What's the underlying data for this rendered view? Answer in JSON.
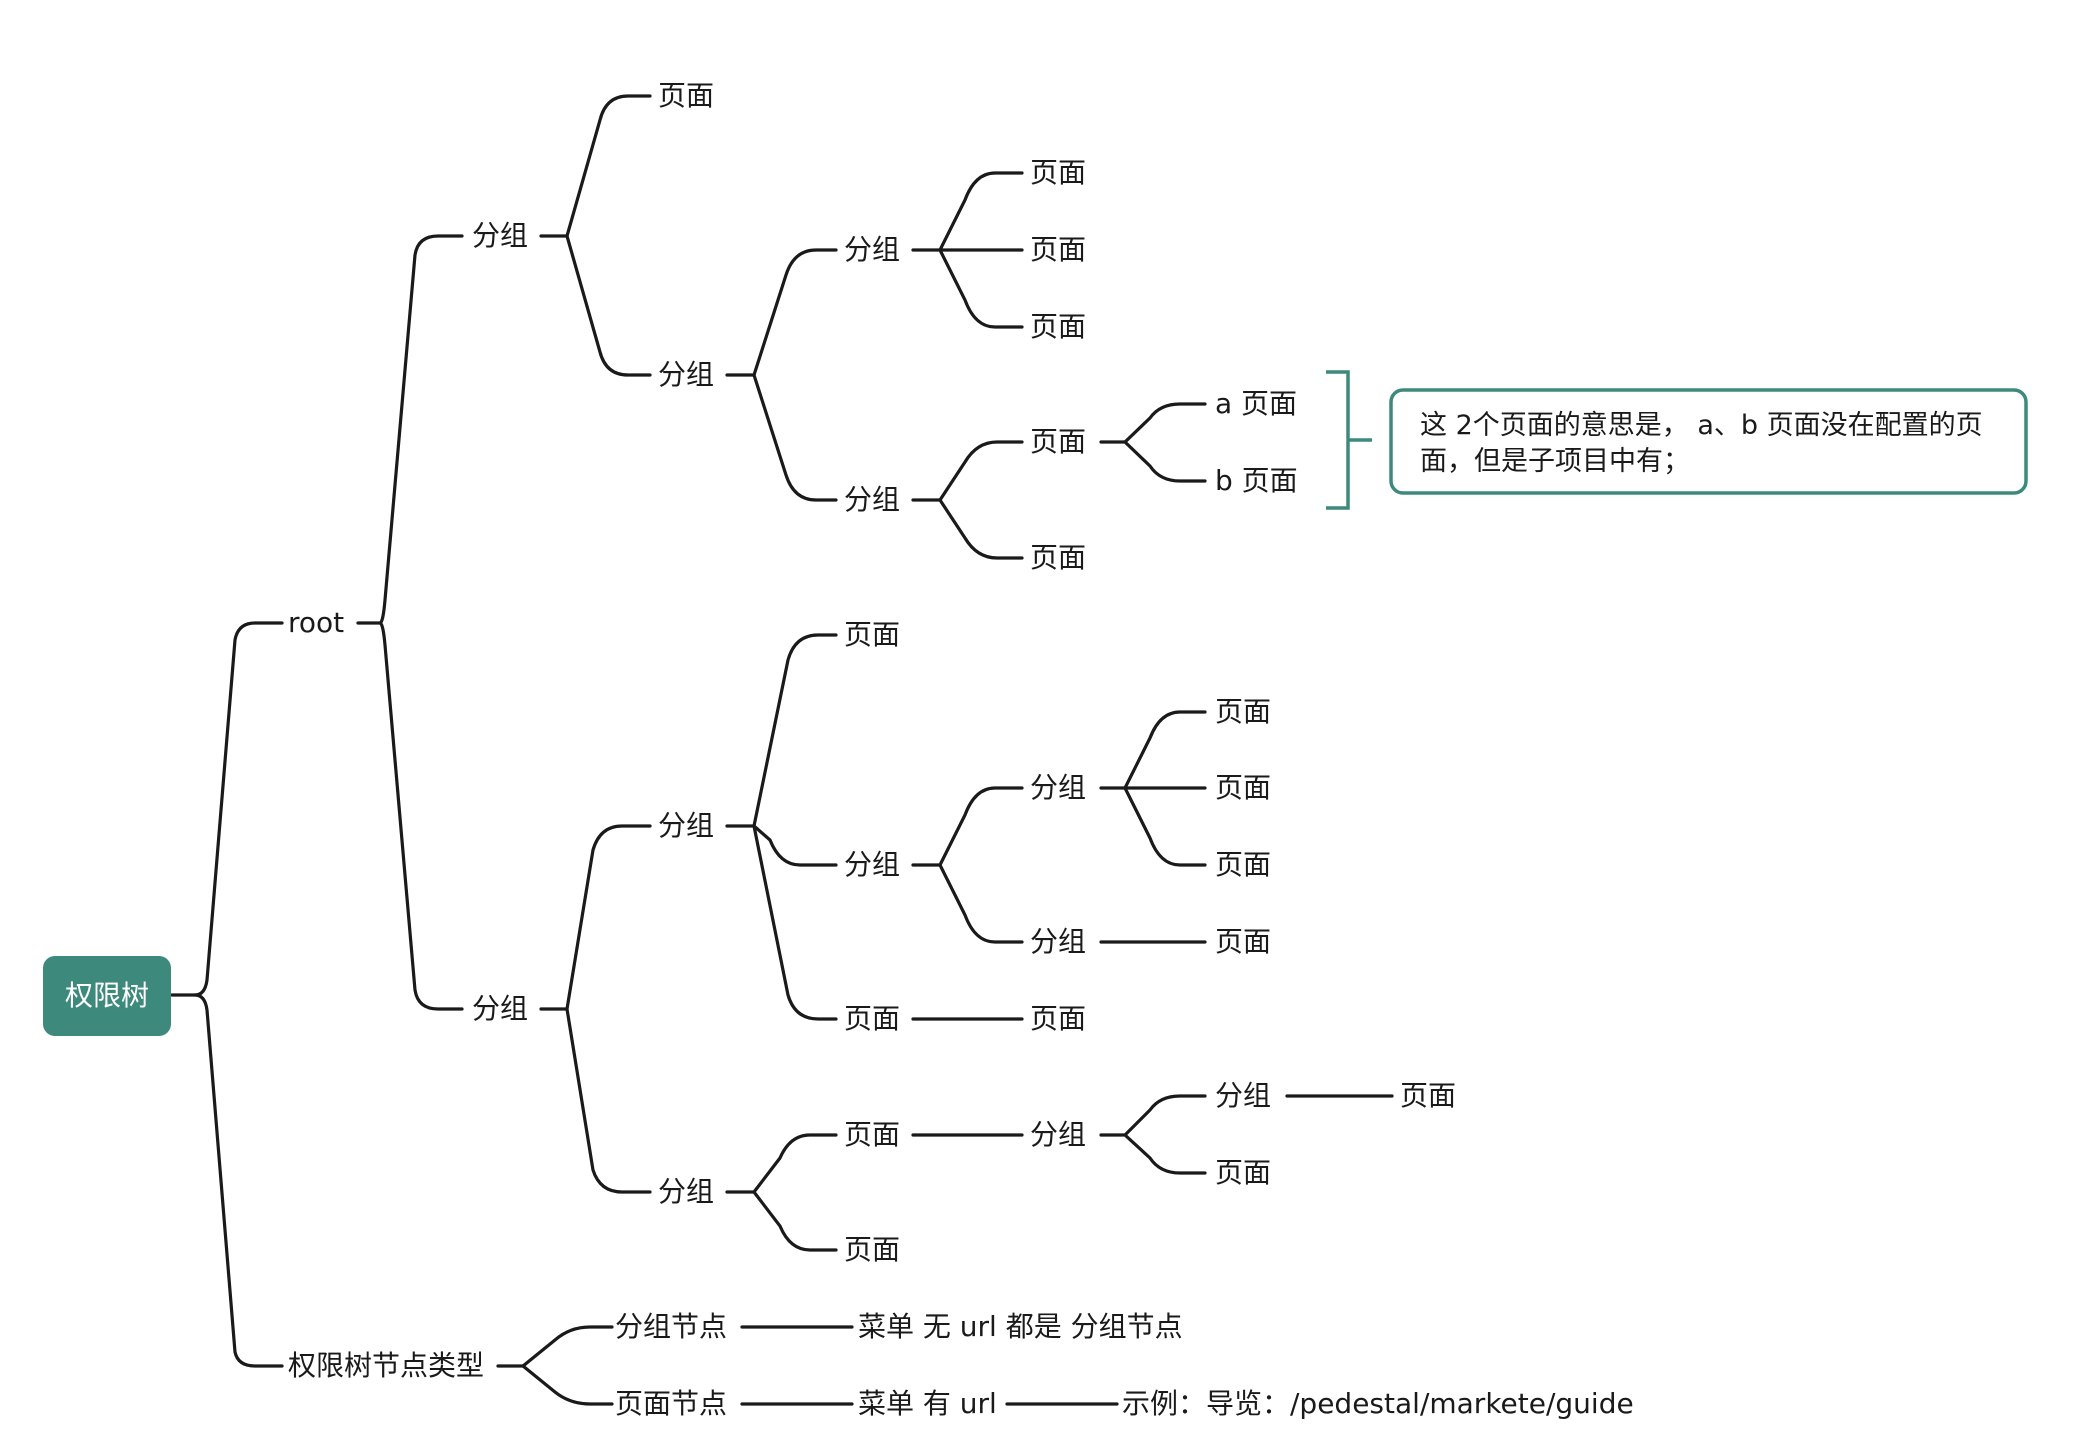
{
  "root": {
    "label": "权限树",
    "color": "#3d8a7d"
  },
  "nodes": {
    "root": "root",
    "g1": "分组",
    "g1_p1": "页面",
    "g1_g": "分组",
    "g1_g_g": "分组",
    "g1_g_g_p1": "页面",
    "g1_g_g_p2": "页面",
    "g1_g_g_p3": "页面",
    "g1_g_g2": "分组",
    "g1_g_g2_p": "页面",
    "g1_g_g2_p_a": "a 页面",
    "g1_g_g2_p_b": "b 页面",
    "g1_g_g2_p2": "页面",
    "g2": "分组",
    "g2_g": "分组",
    "g2_g_p1": "页面",
    "g2_g_g": "分组",
    "g2_g_g_g": "分组",
    "g2_g_g_g_p1": "页面",
    "g2_g_g_g_p2": "页面",
    "g2_g_g_g_p3": "页面",
    "g2_g_g_g2": "分组",
    "g2_g_g_g2_p": "页面",
    "g2_g_p2": "页面",
    "g2_g_p2_p": "页面",
    "g2_g2": "分组",
    "g2_g2_p1": "页面",
    "g2_g2_p1_g": "分组",
    "g2_g2_p1_g_g": "分组",
    "g2_g2_p1_g_g_p": "页面",
    "g2_g2_p1_g_p": "页面",
    "g2_g2_p2": "页面",
    "types": "权限树节点类型",
    "type_group": "分组节点",
    "type_group_desc": "菜单 无 url 都是 分组节点",
    "type_page": "页面节点",
    "type_page_desc": "菜单 有 url",
    "type_page_example": "示例：导览：/pedestal/markete/guide"
  },
  "note": {
    "line1": "这 2个页面的意思是， a、b 页面没在配置的页",
    "line2": "面，但是子项目中有；",
    "color": "#3d8a7d"
  }
}
